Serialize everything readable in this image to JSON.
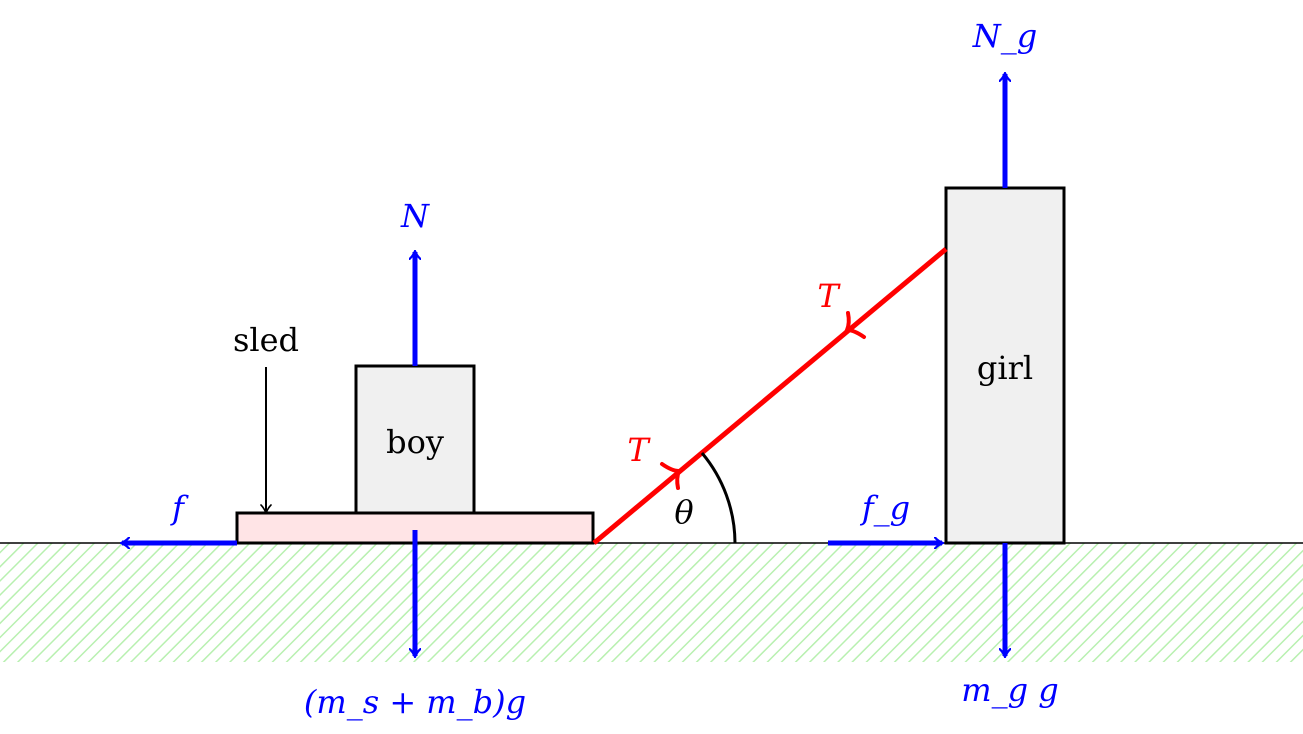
{
  "labels": {
    "sled": "sled",
    "boy": "boy",
    "girl": "girl",
    "normal_boy": "N",
    "weight_sled_boy": "(m_s + m_b)g",
    "friction_sled": "f",
    "tension_left": "T",
    "tension_right": "T",
    "angle": "θ",
    "friction_girl": "f_g",
    "normal_girl": "N_g",
    "weight_girl": "m_g g"
  },
  "colors": {
    "force": "#0000ff",
    "tension": "#ff0000",
    "sled_fill": "#ffe4e6",
    "body_fill": "#f0f0f0",
    "ground_hatch": "#b8f0b0"
  }
}
